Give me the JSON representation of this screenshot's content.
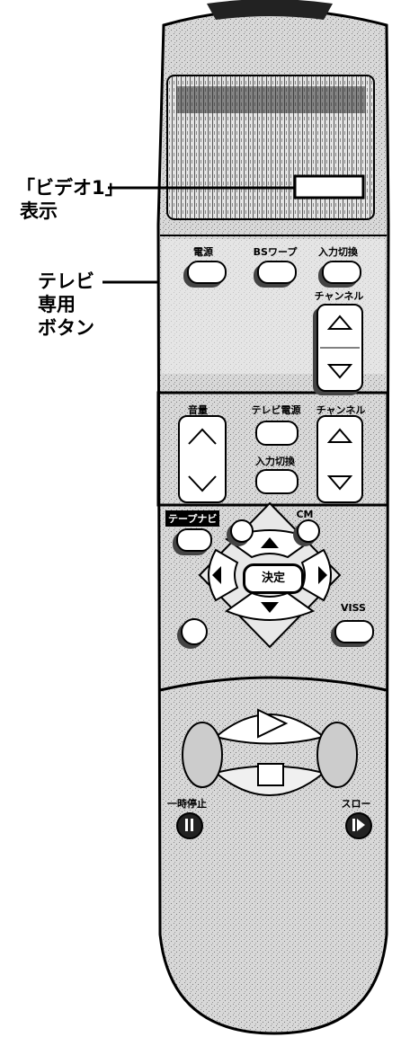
{
  "callouts": {
    "video1_line1": "「ビデオ1」",
    "video1_line2": "表示",
    "tv_line1": "テレビ",
    "tv_line2": "専用",
    "tv_line3": "ボタン"
  },
  "buttons": {
    "power": "電源",
    "bs_warp": "BSワープ",
    "input_switch_top": "入力切換",
    "channel_top": "チャンネル",
    "volume": "音量",
    "tv_power": "テレビ電源",
    "channel_tv": "チャンネル",
    "input_switch_tv": "入力切換",
    "tape_navi": "テープナビ",
    "cm": "CM",
    "enter": "決定",
    "viss": "VISS",
    "pause": "一時停止",
    "slow": "スロー"
  }
}
